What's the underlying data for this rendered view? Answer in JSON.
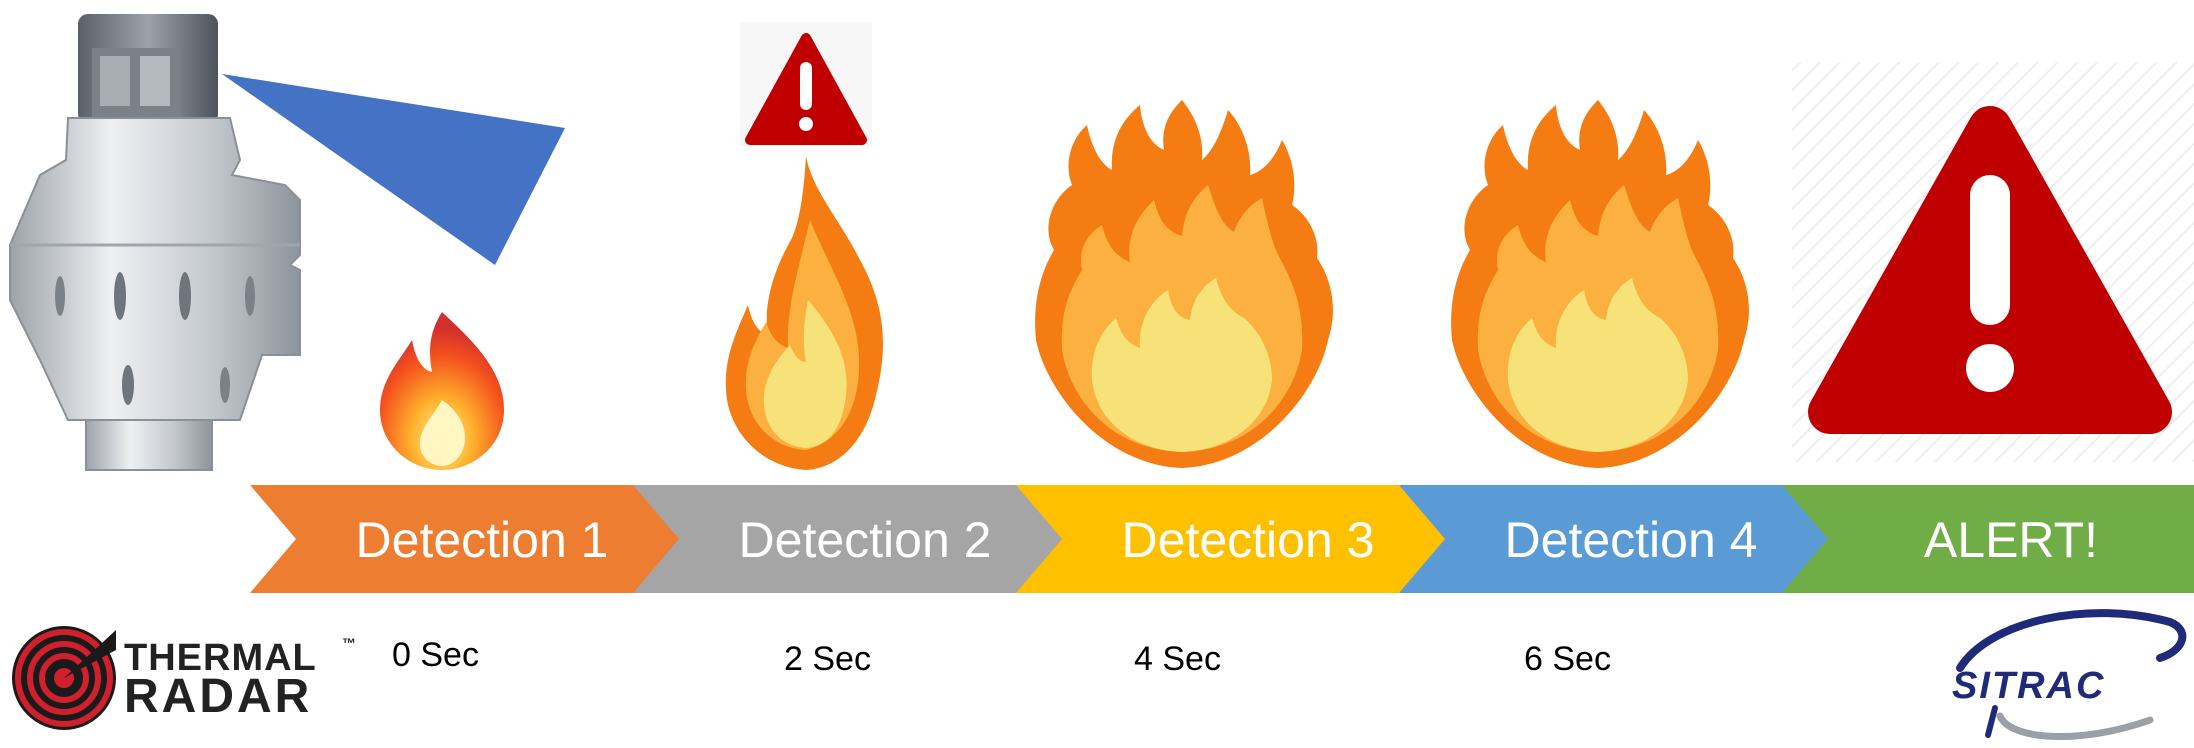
{
  "steps": [
    {
      "label": "Detection 1",
      "color": "#ED7D31",
      "time": "0 Sec"
    },
    {
      "label": "Detection 2",
      "color": "#A5A5A5",
      "time": "2 Sec"
    },
    {
      "label": "Detection 3",
      "color": "#FFC000",
      "time": "4 Sec"
    },
    {
      "label": "Detection 4",
      "color": "#5B9BD5",
      "time": "6 Sec"
    },
    {
      "label": "ALERT!",
      "color": "#70AD47"
    }
  ],
  "logos": {
    "left": {
      "line1": "THERMAL",
      "line2": "RADAR",
      "mark": "™"
    },
    "right": {
      "text": "SITRAC"
    }
  },
  "colors": {
    "beam": "#4472C4",
    "warning_red": "#C00000",
    "flame_outer": "#F47C12",
    "flame_mid": "#FBB040",
    "flame_inner": "#F7E27A",
    "sensor_body": "#C9CDD2"
  },
  "icons": [
    "thermal-sensor-icon",
    "detection-beam-icon",
    "small-fire-icon",
    "warning-triangle-icon",
    "fire-icon",
    "large-fire-icon",
    "alert-triangle-icon"
  ]
}
